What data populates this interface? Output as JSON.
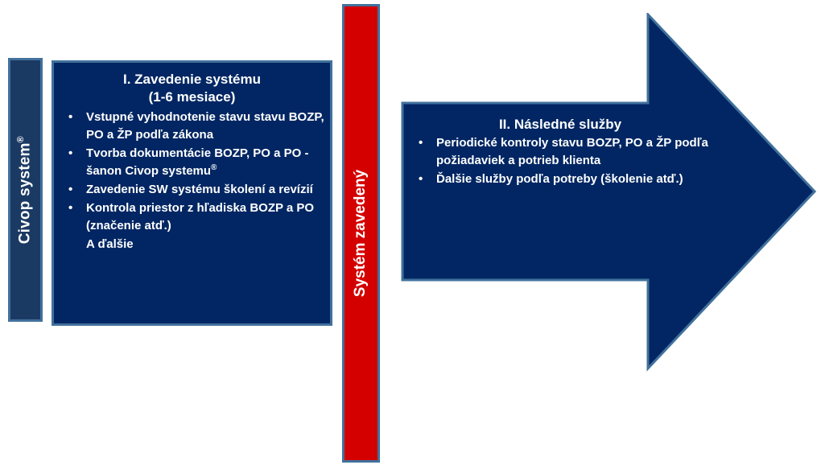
{
  "colors": {
    "navy_dark": "#012663",
    "navy_light": "#1b3a63",
    "border_blue": "#41719c",
    "red": "#d40000",
    "text_white": "#ffffff"
  },
  "side_bar": {
    "label": "Civop system",
    "registered_mark": "®"
  },
  "divider_bar": {
    "label": "Systém zavedený"
  },
  "phase_one": {
    "title_line_1": "I. Zavedenie systému",
    "title_line_2": "(1-6 mesiace)",
    "bullet_char": "•",
    "bullets": [
      "Vstupné vyhodnotenie stavu stavu BOZP, PO a ŽP podľa zákona",
      "Tvorba dokumentácie BOZP, PO a PO - šanon Civop systemu",
      "Zavedenie SW systému školení a revízií",
      "Kontrola priestor z hľadiska BOZP a PO (značenie atď.)"
    ],
    "bullet_2_registered_mark": "®",
    "closing_line": "A ďalšie"
  },
  "phase_two": {
    "title": "II. Následné služby",
    "bullet_char": "•",
    "bullets": [
      "Periodické kontroly stavu BOZP, PO a ŽP podľa požiadaviek a potrieb klienta",
      "Ďalšie služby podľa potreby (školenie atď.)"
    ]
  }
}
